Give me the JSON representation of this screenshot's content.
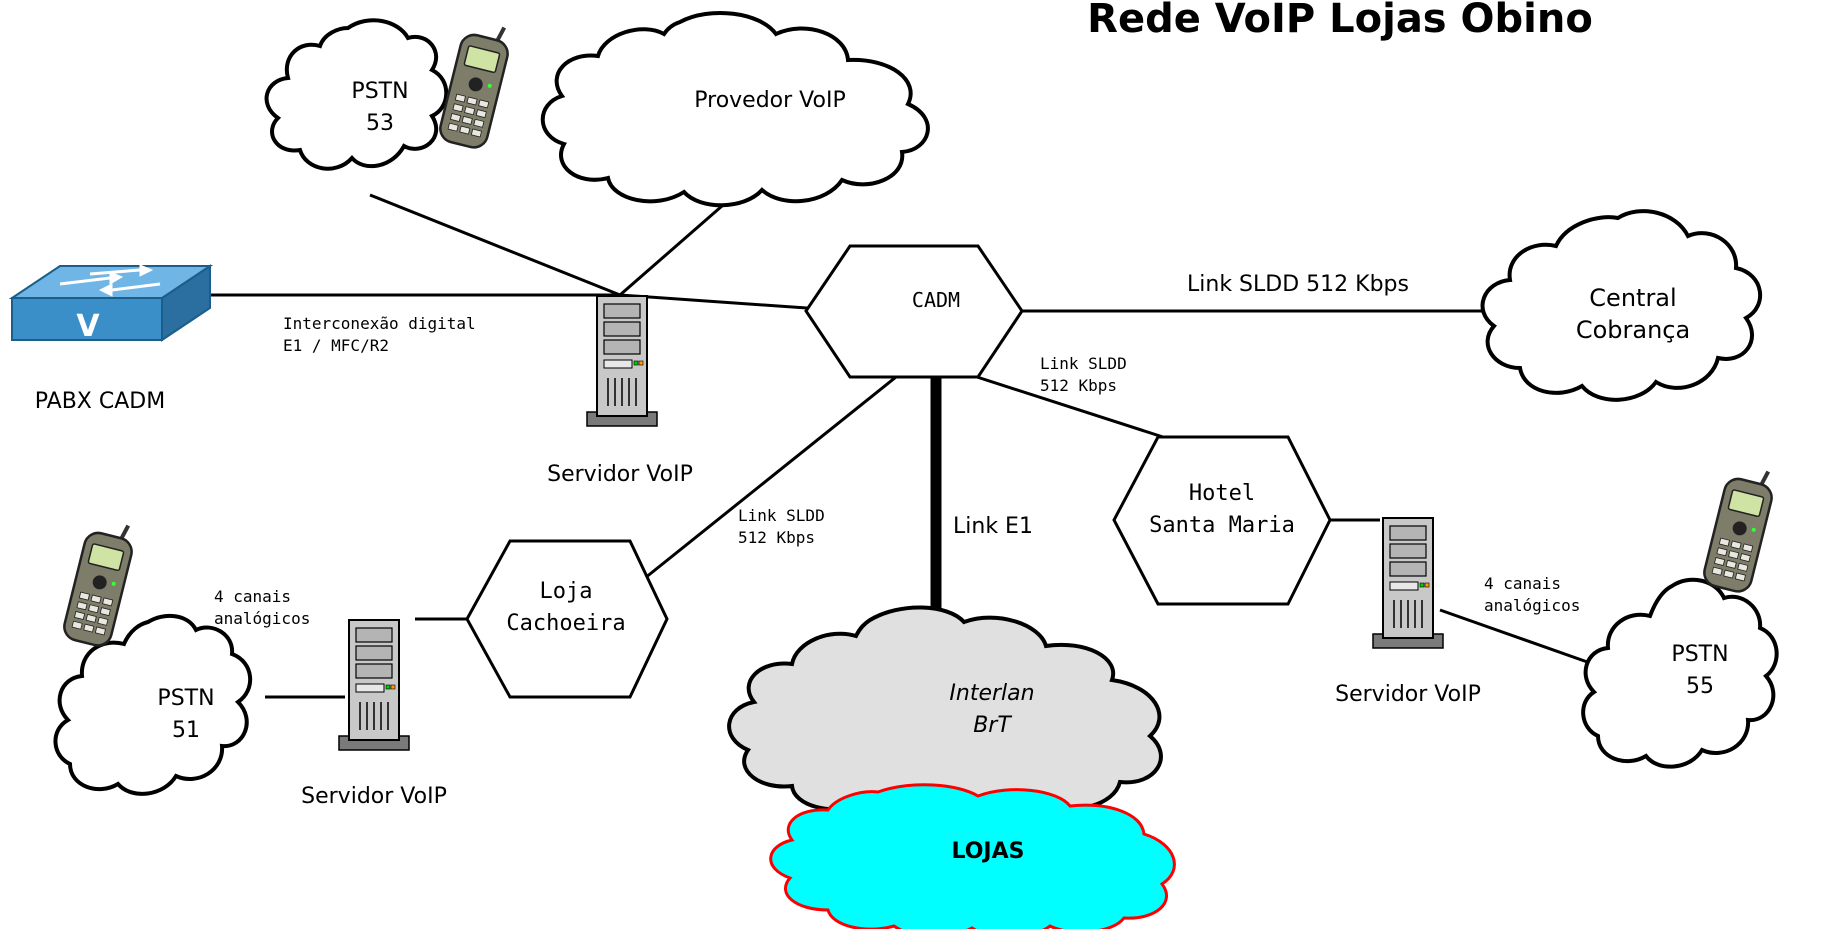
{
  "title": "Rede VoIP Lojas Obino",
  "nodes": {
    "pabx": "PABX CADM",
    "pstn53": [
      "PSTN",
      "53"
    ],
    "provedor": "Provedor VoIP",
    "servidor_top": "Servidor VoIP",
    "cadm": "CADM",
    "central": [
      "Central",
      "Cobrança"
    ],
    "hotel": [
      "Hotel",
      "Santa Maria"
    ],
    "servidor_right": "Servidor VoIP",
    "pstn55": [
      "PSTN",
      "55"
    ],
    "loja": [
      "Loja",
      "Cachoeira"
    ],
    "servidor_left": "Servidor VoIP",
    "pstn51": [
      "PSTN",
      "51"
    ],
    "interlan": [
      "Interlan",
      "BrT"
    ],
    "lojas": "LOJAS"
  },
  "links": {
    "interconexao": [
      "Interconexão digital",
      "E1 / MFC/R2"
    ],
    "sldd_central": "Link SLDD 512 Kbps",
    "sldd_hotel": [
      "Link SLDD",
      "512 Kbps"
    ],
    "sldd_loja": [
      "Link SLDD",
      "512 Kbps"
    ],
    "e1": "Link E1",
    "canais_left": [
      "4 canais",
      "analógicos"
    ],
    "canais_right": [
      "4 canais",
      "analógicos"
    ]
  },
  "colors": {
    "interlan_fill": "#e0e0e0",
    "lojas_fill": "#00ffff",
    "lojas_border": "#ff0000",
    "switch_blue": "#3a8fc8"
  }
}
